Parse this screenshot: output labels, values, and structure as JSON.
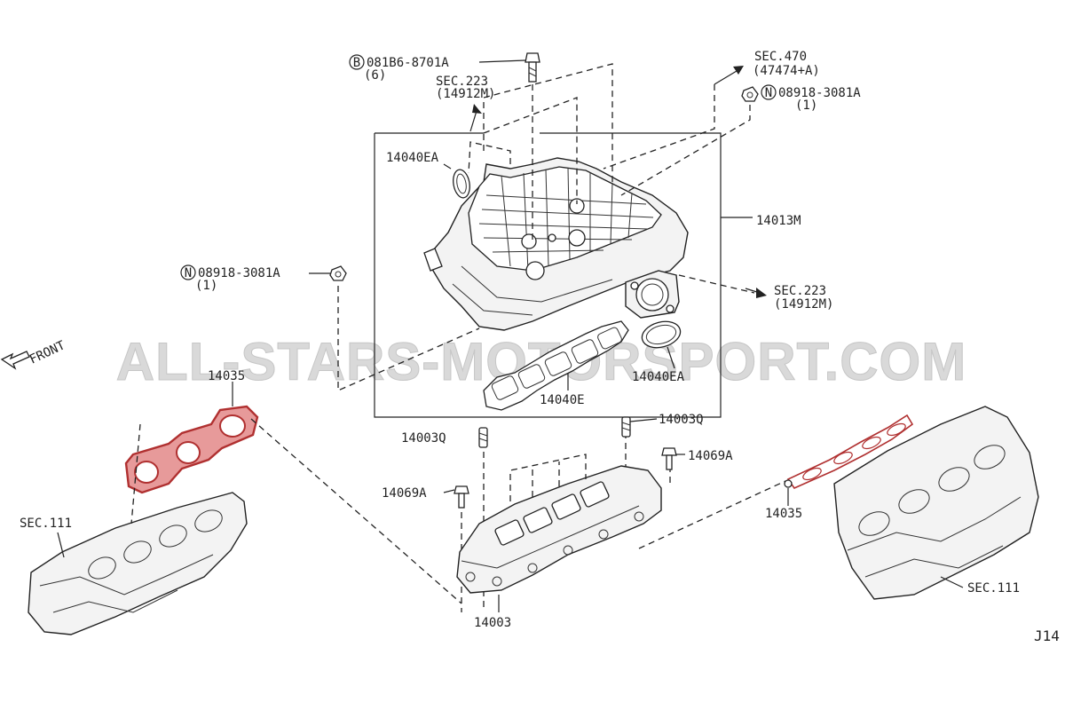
{
  "diagram": {
    "watermark": "ALL-STARS-MOTORSPORT.COM",
    "page_code": "J14",
    "front": "FRONT",
    "labels": {
      "bolt_top": "081B6-8701A",
      "bolt_top_circle": "B",
      "bolt_top_qty": "(6)",
      "sec223_top": "SEC.223",
      "sec223_top_num": "(14912M)",
      "sec470": "SEC.470",
      "sec470_num": "(47474+A)",
      "nut_right": "08918-3081A",
      "nut_right_circle": "N",
      "nut_right_qty": "(1)",
      "gasket_upper_left": "14040EA",
      "collector": "14013M",
      "nut_left": "08918-3081A",
      "nut_left_circle": "N",
      "nut_left_qty": "(1)",
      "sec223_right": "SEC.223",
      "sec223_right_num": "(14912M)",
      "gasket_throttle": "14040EA",
      "gasket_lower": "14040E",
      "gasket_left": "14035",
      "stud_left": "14003Q",
      "stud_right": "14003Q",
      "bolt_right": "14069A",
      "bolt_left": "14069A",
      "sec111_left": "SEC.111",
      "gasket_right": "14035",
      "lower_manifold": "14003",
      "sec111_right": "SEC.111"
    }
  }
}
